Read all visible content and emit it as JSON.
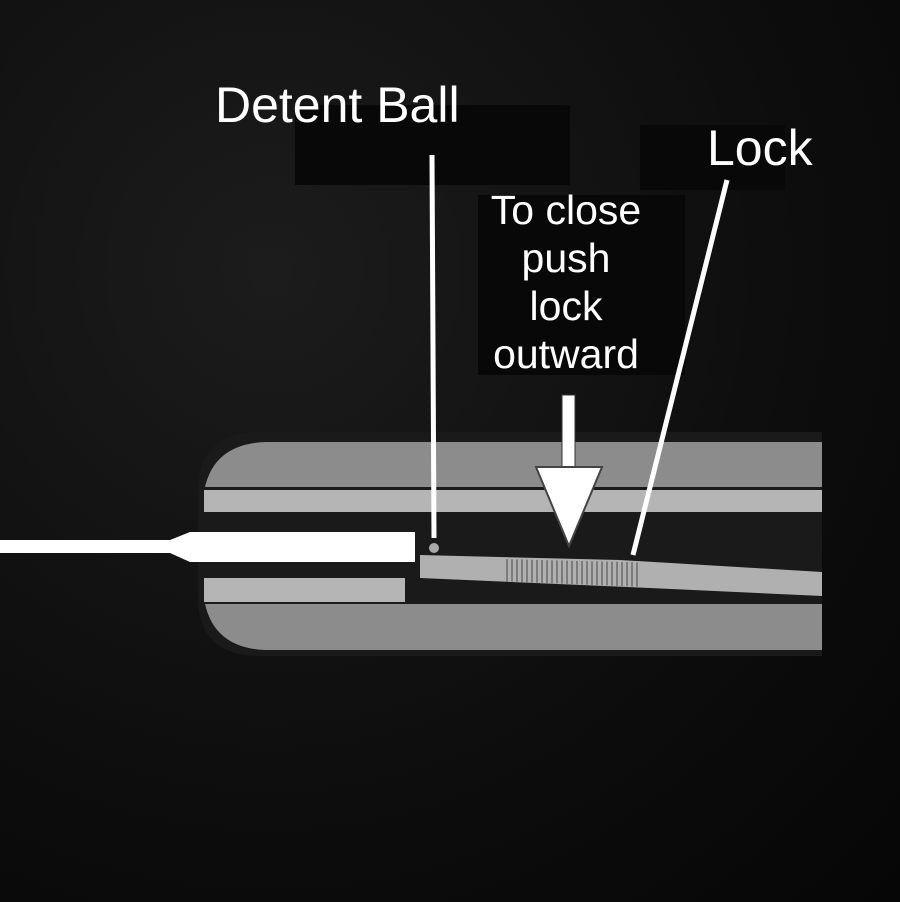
{
  "labels": {
    "detent_ball": "Detent Ball",
    "lock": "Lock",
    "instruction_lines": [
      "To close",
      "push",
      "lock",
      "outward"
    ]
  },
  "colors": {
    "background": "#0b0b0b",
    "housing_dark": "#8a8a8a",
    "housing_light": "#b4b4b4",
    "blade": "#ffffff",
    "lock_bar": "#b0b0b0",
    "annotation": "#ffffff"
  }
}
